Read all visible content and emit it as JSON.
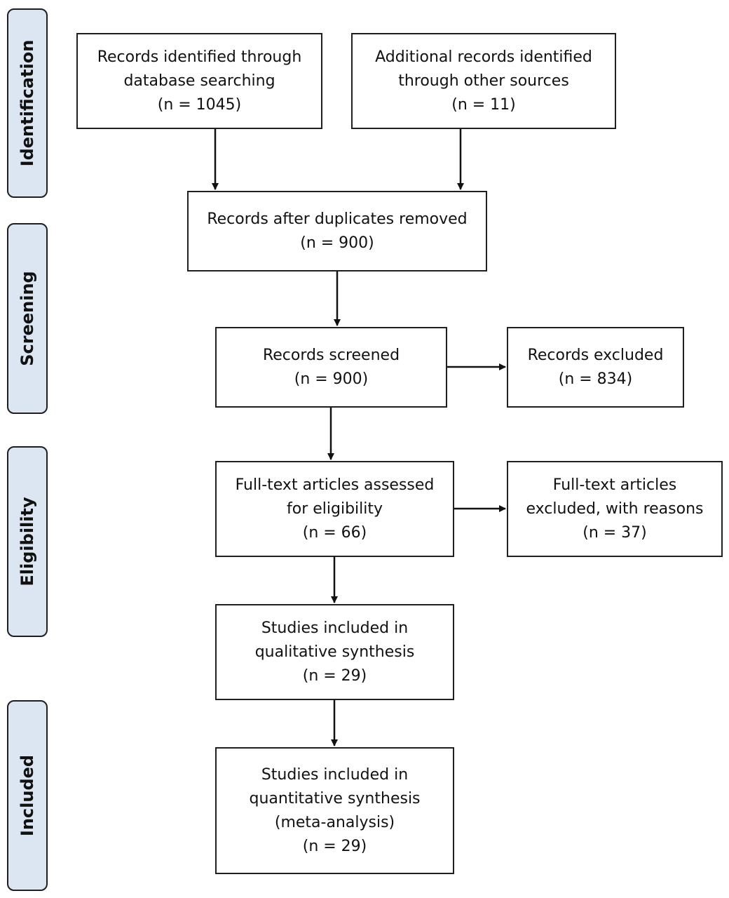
{
  "phases": {
    "identification": "Identification",
    "screening": "Screening",
    "eligibility": "Eligibility",
    "included": "Included"
  },
  "boxes": {
    "database": {
      "line1": "Records identified through",
      "line2": "database searching",
      "count": "(n = 1045)"
    },
    "other_sources": {
      "line1": "Additional records identified",
      "line2": "through other sources",
      "count": "(n = 11)"
    },
    "duplicates_removed": {
      "line1": "Records after duplicates removed",
      "count": "(n = 900)"
    },
    "screened": {
      "line1": "Records screened",
      "count": "(n = 900)"
    },
    "excluded": {
      "line1": "Records excluded",
      "count": "(n = 834)"
    },
    "full_text": {
      "line1": "Full-text articles assessed",
      "line2": "for eligibility",
      "count": "(n = 66)"
    },
    "full_text_excluded": {
      "line1": "Full-text articles",
      "line2": "excluded, with reasons",
      "count": "(n = 37)"
    },
    "qualitative": {
      "line1": "Studies included in",
      "line2": "qualitative synthesis",
      "count": "(n = 29)"
    },
    "quantitative": {
      "line1": "Studies included in",
      "line2": "quantitative synthesis",
      "line3": "(meta-analysis)",
      "count": "(n = 29)"
    }
  }
}
